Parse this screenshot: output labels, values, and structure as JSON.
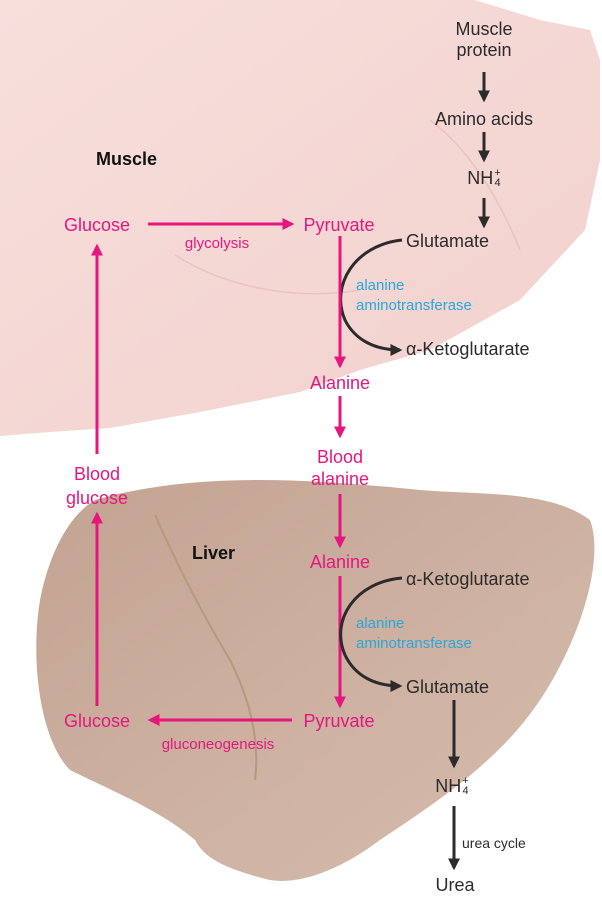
{
  "organs": {
    "muscle": "Muscle",
    "liver": "Liver"
  },
  "muscle_side": {
    "protein_line1": "Muscle",
    "protein_line2": "protein",
    "amino_acids": "Amino acids",
    "ammonium_base": "NH",
    "ammonium_sub": "4",
    "ammonium_sup": "+",
    "glutamate": "Glutamate",
    "ketoglutarate": "α-Ketoglutarate",
    "enzyme_line1": "alanine",
    "enzyme_line2": "aminotransferase",
    "glucose": "Glucose",
    "pyruvate": "Pyruvate",
    "glycolysis": "glycolysis",
    "alanine": "Alanine"
  },
  "blood": {
    "alanine_line1": "Blood",
    "alanine_line2": "alanine",
    "glucose_line1": "Blood",
    "glucose_line2": "glucose"
  },
  "liver_side": {
    "alanine": "Alanine",
    "ketoglutarate": "α-Ketoglutarate",
    "enzyme_line1": "alanine",
    "enzyme_line2": "aminotransferase",
    "glutamate": "Glutamate",
    "pyruvate": "Pyruvate",
    "glucose": "Glucose",
    "gluconeogenesis": "gluconeogenesis",
    "ammonium_base": "NH",
    "ammonium_sub": "4",
    "ammonium_sup": "+",
    "urea_cycle": "urea cycle",
    "urea": "Urea"
  },
  "colors": {
    "pathway": "#e5177f",
    "enzyme": "#2aa7dc",
    "muscle_fill": "#f6d9d6",
    "liver_fill": "#c9aa99",
    "text": "#2b2b2b"
  }
}
